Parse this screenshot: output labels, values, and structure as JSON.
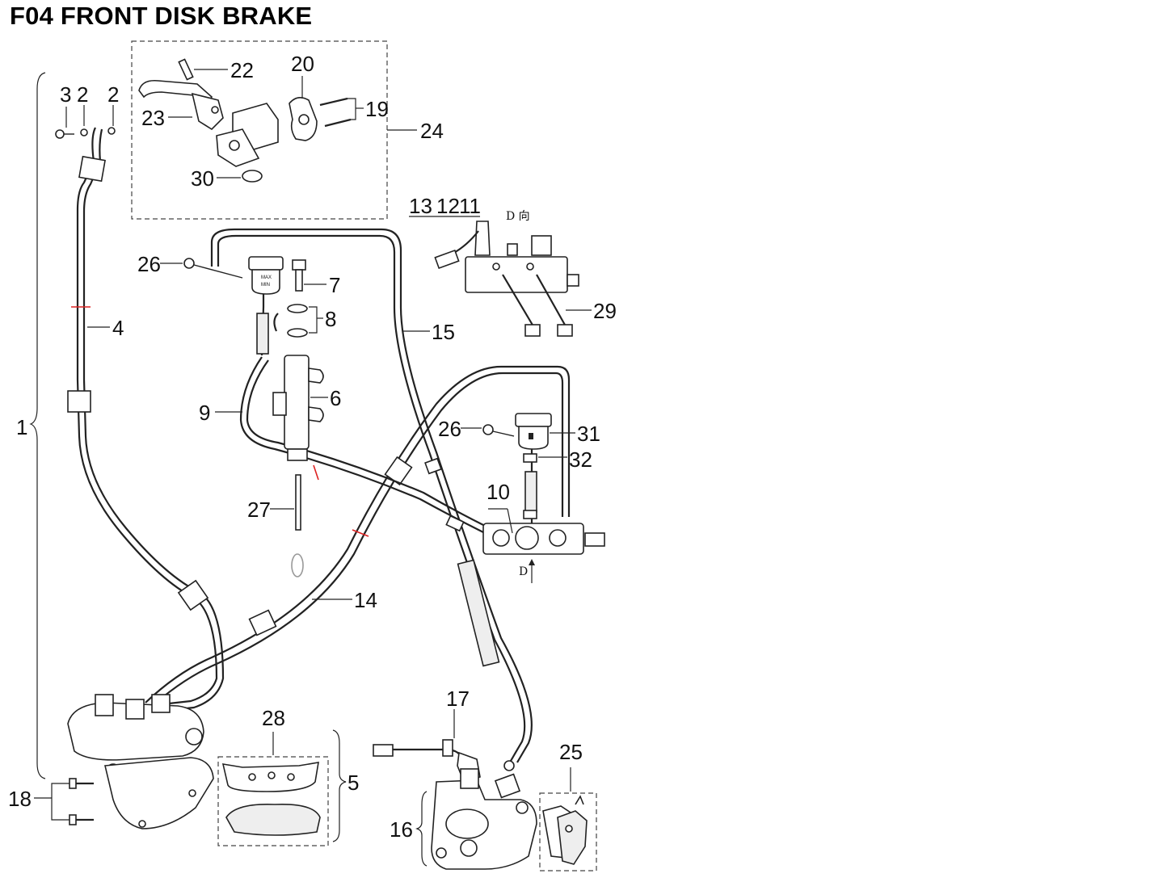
{
  "title": "F04 FRONT DISK BRAKE",
  "direction_mark": "D 向",
  "arrow_mark": "D",
  "reservoir_marks": {
    "max": "MAX",
    "min": "MIN"
  },
  "callouts": {
    "c1": "1",
    "c2a": "2",
    "c2b": "2",
    "c3": "3",
    "c4": "4",
    "c5": "5",
    "c6": "6",
    "c7": "7",
    "c8": "8",
    "c9": "9",
    "c10": "10",
    "c11": "11",
    "c12": "12",
    "c13": "13",
    "c14": "14",
    "c15": "15",
    "c16": "16",
    "c17": "17",
    "c18": "18",
    "c19": "19",
    "c20": "20",
    "c22": "22",
    "c23": "23",
    "c24": "24",
    "c25": "25",
    "c26a": "26",
    "c26b": "26",
    "c27": "27",
    "c28": "28",
    "c29": "29",
    "c30": "30",
    "c31": "31",
    "c32": "32"
  }
}
